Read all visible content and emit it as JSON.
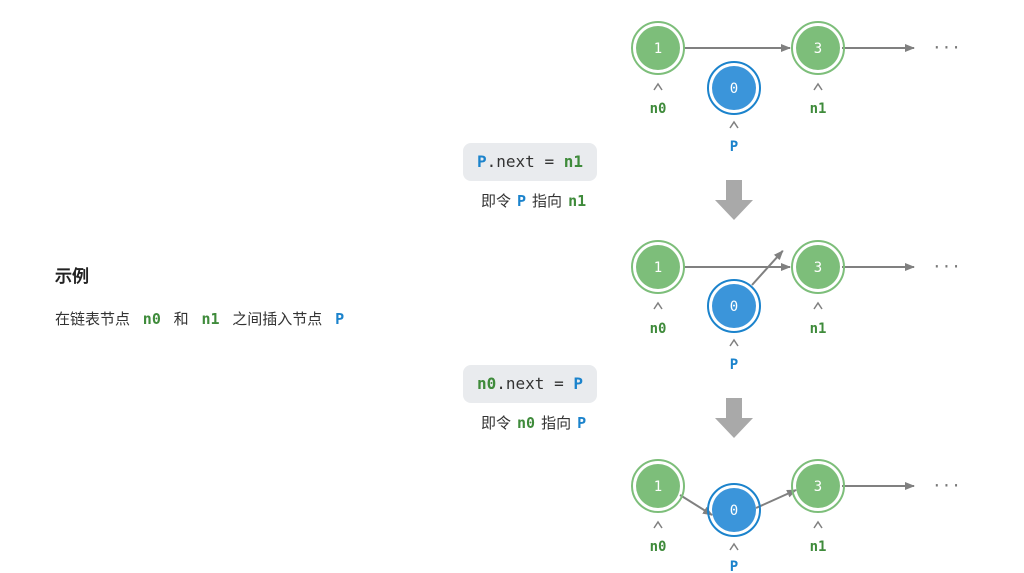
{
  "example": {
    "title": "示例",
    "desc_pre": "在链表节点",
    "n0": "n0",
    "desc_and": "和",
    "n1": "n1",
    "desc_mid": "之间插入节点",
    "p": "P"
  },
  "steps": [
    {
      "code_var": "P",
      "code_op": ".next = ",
      "code_val": "n1",
      "note_pre": "即令",
      "note_a": "P",
      "note_mid": "指向",
      "note_b": "n1"
    },
    {
      "code_var": "n0",
      "code_op": ".next = ",
      "code_val": "P",
      "note_pre": "即令",
      "note_a": "n0",
      "note_mid": "指向",
      "note_b": "P"
    }
  ],
  "nodes": {
    "node_a": "1",
    "node_b": "3",
    "node_new": "0"
  },
  "labels": {
    "n0": "n0",
    "n1": "n1",
    "p": "P",
    "ellipsis": "···"
  },
  "colors": {
    "green_node": "#7dbe7a",
    "blue_node": "#1b83cc",
    "green_text": "#3f8b3b",
    "blue_text": "#1b83cc"
  }
}
